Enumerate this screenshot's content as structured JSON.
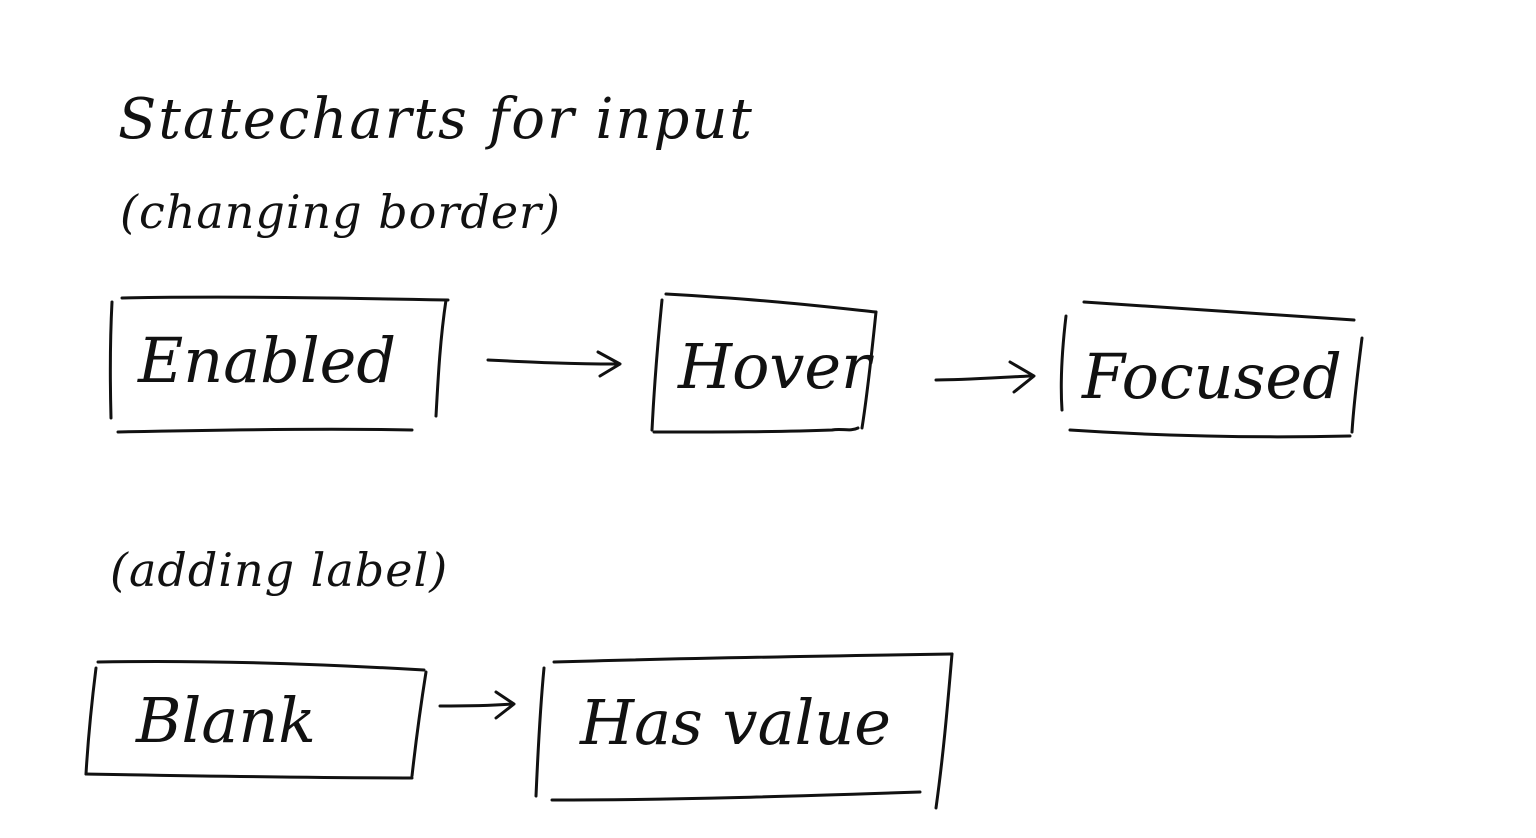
{
  "header": {
    "title": "Statecharts for input",
    "subtitle_border": "(changing border)",
    "subtitle_label": "(adding label)"
  },
  "border_states": [
    {
      "id": "enabled",
      "label": "Enabled"
    },
    {
      "id": "hover",
      "label": "Hover"
    },
    {
      "id": "focused",
      "label": "Focused"
    }
  ],
  "label_states": [
    {
      "id": "blank",
      "label": "Blank"
    },
    {
      "id": "has-value",
      "label": "Has value"
    }
  ],
  "transitions": [
    {
      "from": "Enabled",
      "to": "Hover"
    },
    {
      "from": "Hover",
      "to": "Focused"
    },
    {
      "from": "Blank",
      "to": "Has value"
    }
  ],
  "colors": {
    "ink": "#111111",
    "paper": "#ffffff"
  }
}
